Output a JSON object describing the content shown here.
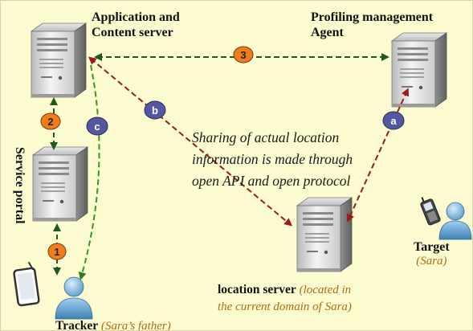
{
  "nodes": {
    "app_server": {
      "label_line1": "Application and",
      "label_line2": "Content server"
    },
    "profiling_agent": {
      "label_line1": "Profiling management",
      "label_line2": "Agent"
    },
    "service_portal": {
      "label": "Service portal"
    },
    "location_server": {
      "label": "location server",
      "note_line1": "(located in",
      "note_line2": "the current domain of Sara)"
    },
    "target": {
      "label": "Target",
      "note": "(Sara)"
    },
    "tracker": {
      "label": "Tracker",
      "note": "(Sara’s father)"
    }
  },
  "note": {
    "line1": "Sharing of actual location",
    "line2": "information is made through",
    "line3": "open API and open protocol"
  },
  "badges": {
    "orange": [
      "1",
      "2",
      "3"
    ],
    "blue": [
      "a",
      "b",
      "c"
    ]
  },
  "colors": {
    "background": "#fdfbd0",
    "orange_badge": "#f07c1c",
    "blue_badge": "#5457a0",
    "green_arrow": "#2f7d25",
    "darkgreen_arrow": "#1e5a1e",
    "red_arrow": "#9b1b1b"
  }
}
